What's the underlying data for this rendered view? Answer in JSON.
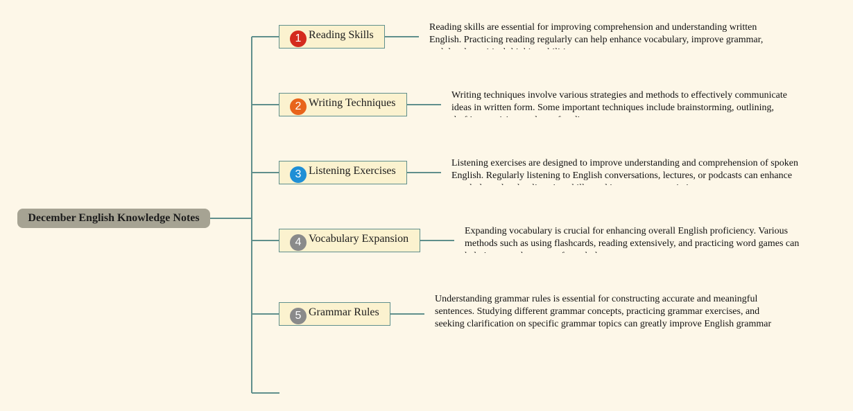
{
  "root": {
    "label": "December English Knowledge Notes"
  },
  "colors": {
    "background": "#fdf7e8",
    "connector": "#5f8f8c",
    "root_fill": "#a6a393",
    "topic_fill": "#fbf2cf"
  },
  "topics": [
    {
      "number": "1",
      "badge_color": "#d42b1e",
      "label": "Reading Skills",
      "note": "Reading skills are essential for improving comprehension and understanding written English. Practicing reading regularly can help enhance vocabulary, improve grammar, and develop critical thinking abilities."
    },
    {
      "number": "2",
      "badge_color": "#e8641b",
      "label": "Writing Techniques",
      "note": "Writing techniques involve various strategies and methods to effectively communicate ideas in written form. Some important techniques include brainstorming, outlining, drafting, revising, and proofreading."
    },
    {
      "number": "3",
      "badge_color": "#1f8fd6",
      "label": "Listening Exercises",
      "note": "Listening exercises are designed to improve understanding and comprehension of spoken English. Regularly listening to English conversations, lectures, or podcasts can enhance vocabulary, develop listening skills, and improve pronunciation."
    },
    {
      "number": "4",
      "badge_color": "#8a8a8a",
      "label": "Vocabulary Expansion",
      "note": "Expanding vocabulary is crucial for enhancing overall English proficiency. Various methods such as using flashcards, reading extensively, and practicing word games can help increase the range of vocabulary."
    },
    {
      "number": "5",
      "badge_color": "#8a8a8a",
      "label": "Grammar Rules",
      "note": "Understanding grammar rules is essential for constructing accurate and meaningful sentences. Studying different grammar concepts, practicing grammar exercises, and seeking clarification on specific grammar topics can greatly improve English grammar skills."
    }
  ]
}
